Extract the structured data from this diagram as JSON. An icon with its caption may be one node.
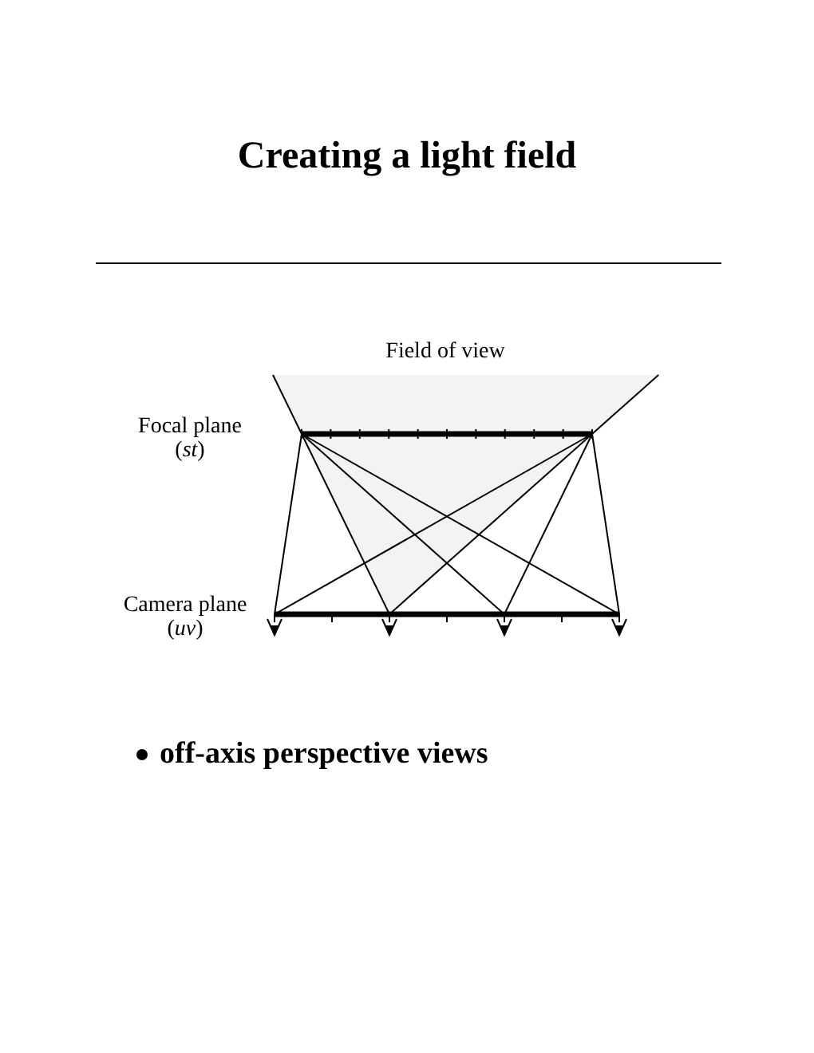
{
  "diagram": {
    "title": "Creating a light field",
    "labels": [
      "Field of view",
      "Focal plane (*st*)",
      "Camera plane (*uv*)",
      "off-axis perspective views"
    ]
  }
}
